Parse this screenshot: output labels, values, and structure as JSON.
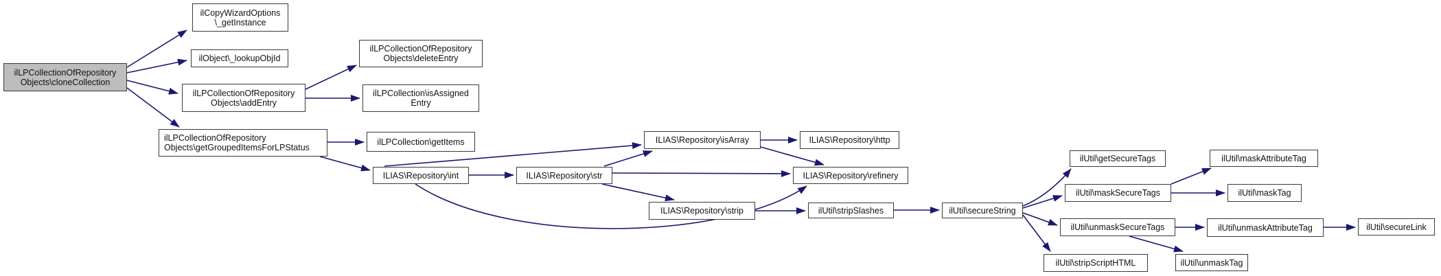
{
  "graph": {
    "type": "call-graph",
    "edge_color": "#191970",
    "node_border_color": "#3a3a3a",
    "root_fill": "#bdbdbd",
    "node_fill": "#ffffff",
    "nodes": {
      "cloneCollection": {
        "line1": "ilLPCollectionOfRepository",
        "line2": "Objects\\cloneCollection"
      },
      "getInstance": {
        "line1": "ilCopyWizardOptions",
        "line2": "\\_getInstance"
      },
      "lookupObjId": {
        "line1": "ilObject\\_lookupObjId"
      },
      "addEntry": {
        "line1": "ilLPCollectionOfRepository",
        "line2": "Objects\\addEntry"
      },
      "deleteEntry": {
        "line1": "ilLPCollectionOfRepository",
        "line2": "Objects\\deleteEntry"
      },
      "isAssignedEntry": {
        "line1": "ilLPCollection\\isAssigned",
        "line2": "Entry"
      },
      "getGroupedItemsForLPStatus": {
        "line1": "ilLPCollectionOfRepository",
        "line2": "Objects\\getGroupedItemsForLPStatus"
      },
      "getItems": {
        "line1": "ilLPCollection\\getItems"
      },
      "int": {
        "line1": "ILIAS\\Repository\\int"
      },
      "str": {
        "line1": "ILIAS\\Repository\\str"
      },
      "isArray": {
        "line1": "ILIAS\\Repository\\isArray"
      },
      "http": {
        "line1": "ILIAS\\Repository\\http"
      },
      "refinery": {
        "line1": "ILIAS\\Repository\\refinery"
      },
      "strip": {
        "line1": "ILIAS\\Repository\\strip"
      },
      "stripSlashes": {
        "line1": "ilUtil\\stripSlashes"
      },
      "secureString": {
        "line1": "ilUtil\\secureString"
      },
      "getSecureTags": {
        "line1": "ilUtil\\getSecureTags"
      },
      "maskAttributeTag": {
        "line1": "ilUtil\\maskAttributeTag"
      },
      "maskSecureTags": {
        "line1": "ilUtil\\maskSecureTags"
      },
      "maskTag": {
        "line1": "ilUtil\\maskTag"
      },
      "unmaskSecureTags": {
        "line1": "ilUtil\\unmaskSecureTags"
      },
      "unmaskAttributeTag": {
        "line1": "ilUtil\\unmaskAttributeTag"
      },
      "secureLink": {
        "line1": "ilUtil\\secureLink"
      },
      "stripScriptHTML": {
        "line1": "ilUtil\\stripScriptHTML"
      },
      "unmaskTag": {
        "line1": "ilUtil\\unmaskTag"
      }
    },
    "edges": [
      [
        "cloneCollection",
        "getInstance"
      ],
      [
        "cloneCollection",
        "lookupObjId"
      ],
      [
        "cloneCollection",
        "addEntry"
      ],
      [
        "cloneCollection",
        "getGroupedItemsForLPStatus"
      ],
      [
        "addEntry",
        "deleteEntry"
      ],
      [
        "addEntry",
        "isAssignedEntry"
      ],
      [
        "getGroupedItemsForLPStatus",
        "getItems"
      ],
      [
        "getGroupedItemsForLPStatus",
        "int"
      ],
      [
        "int",
        "str"
      ],
      [
        "int",
        "isArray"
      ],
      [
        "int",
        "refinery"
      ],
      [
        "str",
        "isArray"
      ],
      [
        "str",
        "refinery"
      ],
      [
        "str",
        "strip"
      ],
      [
        "isArray",
        "http"
      ],
      [
        "isArray",
        "refinery"
      ],
      [
        "strip",
        "stripSlashes"
      ],
      [
        "stripSlashes",
        "secureString"
      ],
      [
        "secureString",
        "getSecureTags"
      ],
      [
        "secureString",
        "maskSecureTags"
      ],
      [
        "secureString",
        "unmaskSecureTags"
      ],
      [
        "secureString",
        "stripScriptHTML"
      ],
      [
        "maskSecureTags",
        "maskAttributeTag"
      ],
      [
        "maskSecureTags",
        "maskTag"
      ],
      [
        "unmaskSecureTags",
        "unmaskAttributeTag"
      ],
      [
        "unmaskSecureTags",
        "unmaskTag"
      ],
      [
        "unmaskAttributeTag",
        "secureLink"
      ]
    ]
  }
}
